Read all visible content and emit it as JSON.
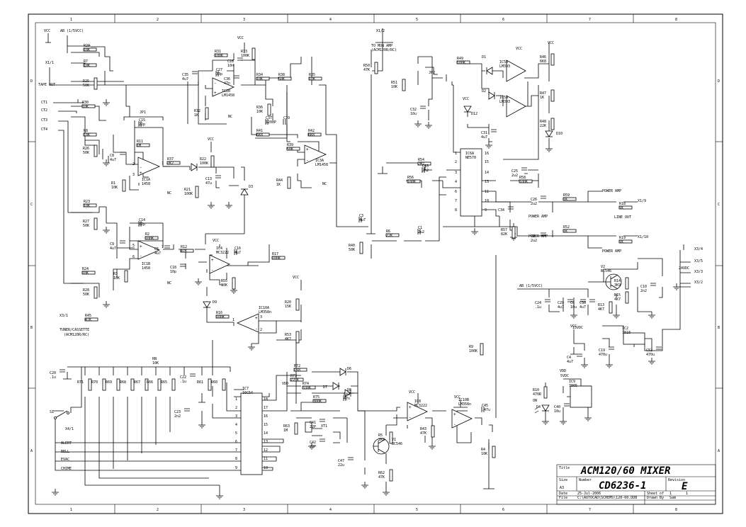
{
  "frame": {
    "cols": [
      "1",
      "2",
      "3",
      "4",
      "5",
      "6",
      "7",
      "8"
    ],
    "rows": [
      "D",
      "C",
      "B",
      "A"
    ]
  },
  "title_block": {
    "title_label": "Title",
    "title": "ACM120/60 MIXER",
    "size_label": "Size",
    "size": "A3",
    "number_label": "Number",
    "number": "CD6236-1",
    "revision_label": "Revision",
    "revision": "E",
    "date_label": "Date",
    "date": "25-Jul-2006",
    "file_label": "File",
    "file": "C:\\AUTOCAD\\SCHEMS\\120-60.DDB",
    "sheet_label": "Sheet of",
    "sheet_a": "1",
    "sheet_b": "1",
    "drawn_label": "Drawn By",
    "drawn": "Sam"
  },
  "labels": {
    "vcc1": "VCC",
    "vcc2": "VCC",
    "vcc3": "VCC",
    "vcc4": "VCC",
    "vcc5": "VCC",
    "vcc6": "VCC",
    "vcc7": "VCC",
    "vcc8": "VCC",
    "vcc9": "VCC",
    "vcc10": "VCC",
    "vcc11": "VCC",
    "vdd1": "VDD",
    "vdd2": "VDD",
    "ab_top": "AB (1/5VCC)",
    "ab_mid": "AB (1/5VCC)",
    "tape_out": "TAPE OUT",
    "ct1": "CT1",
    "ct2": "CT2",
    "ct3": "CT3",
    "ct4": "CT4",
    "x1_1": "X1/1",
    "x3_1": "X3/1",
    "tuner": "TUNER/CASSETTE",
    "tuner2": "(ACM120R/RC)",
    "x1_2": "X1/2",
    "to_mon": "TO MON AMP",
    "to_mon2": "(ACM120R/RC)",
    "x3_4": "X3/4",
    "x3_5": "X3/5",
    "x3_3": "X3/3",
    "x3_2": "X3/2",
    "x1_9": "X1/9",
    "x1_10": "X1/10",
    "power_amp1": "POWER AMP",
    "power_amp2": "POWER AMP",
    "power_amp3": "POWER AMP",
    "power_amp4": "POWER AMP",
    "line_out": "LINE OUT",
    "v24": "24VDC",
    "v5": "5VDC",
    "v15": "15VDC",
    "alert": "ALERT",
    "bell": "BELL",
    "evac": "EVAC",
    "chime": "CHIME",
    "x4_1": "X4/1",
    "s1": "S1",
    "on": "ON",
    "nc1": "NC",
    "nc2": "NC",
    "nc3": "NC",
    "nc4": "NC",
    "d5_label": "D5",
    "pin1": "1",
    "pin2": "2",
    "pin3": "3",
    "pin4": "4",
    "pin5": "5",
    "pin6": "6",
    "pin7": "7",
    "pin8": "8",
    "pin9": "9",
    "pin10": "10",
    "pin11": "11",
    "pin12": "12",
    "pin13": "13",
    "pin14": "14",
    "pin15": "15",
    "pin16": "16",
    "pin17": "17",
    "pin18": "18",
    "ic7_pin18": "18",
    "ic7_pin17": "17",
    "ic7_pin16": "16",
    "ic7_pin15": "15",
    "ic7_pin14": "14",
    "ic7_pin13": "13",
    "ic7_pin12": "12",
    "ic7_pin11": "11",
    "ic7_pin10": "10",
    "ic1b_p5": "5",
    "ic1b_p6": "6",
    "ic1b_p7": "7",
    "ic1a_p3": "3",
    "ic1a_p2": "2",
    "ic1a_p1": "1",
    "ic10a_p2": "2",
    "ic10a_p3": "3",
    "ic10a_p1": "1"
  },
  "components": [
    {
      "id": "r29",
      "des": "R29",
      "val": "10K"
    },
    {
      "id": "r7",
      "des": "R7",
      "val": "10K"
    },
    {
      "id": "r25",
      "des": "R25",
      "val": "50K"
    },
    {
      "id": "r30",
      "des": "R30",
      "val": "10K"
    },
    {
      "id": "r8",
      "des": "R8",
      "val": "10K"
    },
    {
      "id": "r26",
      "des": "R26",
      "val": "50K"
    },
    {
      "id": "r23",
      "des": "R23",
      "val": "10K"
    },
    {
      "id": "r27",
      "des": "R27",
      "val": "50K"
    },
    {
      "id": "r24",
      "des": "R24",
      "val": "10K"
    },
    {
      "id": "r28",
      "des": "R28",
      "val": "50K"
    },
    {
      "id": "r1",
      "des": "R1",
      "val": "10K"
    },
    {
      "id": "r3",
      "des": "R3",
      "val": "10K"
    },
    {
      "id": "r11",
      "des": "R11",
      "val": "1M"
    },
    {
      "id": "r2",
      "des": "R2",
      "val": "100K"
    },
    {
      "id": "r37",
      "des": "R37",
      "val": "2K2"
    },
    {
      "id": "r12",
      "des": "R12",
      "val": "47K"
    },
    {
      "id": "r45",
      "des": "R45",
      "val": "47K"
    },
    {
      "id": "r21",
      "des": "R21",
      "val": "100K"
    },
    {
      "id": "r22",
      "des": "R22",
      "val": "100K"
    },
    {
      "id": "r31",
      "des": "R31",
      "val": "100K"
    },
    {
      "id": "r32",
      "des": "R32",
      "val": "1K"
    },
    {
      "id": "r33",
      "des": "R33",
      "val": "100K"
    },
    {
      "id": "r34",
      "des": "R34",
      "val": "10K"
    },
    {
      "id": "r38",
      "des": "R38",
      "val": "50K"
    },
    {
      "id": "r35",
      "des": "R35",
      "val": "10K"
    },
    {
      "id": "r36",
      "des": "R36",
      "val": "10K"
    },
    {
      "id": "r41",
      "des": "R41",
      "val": "6K8"
    },
    {
      "id": "r39",
      "des": "R39",
      "val": "50K"
    },
    {
      "id": "r42",
      "des": "R42",
      "val": "6K8"
    },
    {
      "id": "r44",
      "des": "R44",
      "val": "1K"
    },
    {
      "id": "r17",
      "des": "R17",
      "val": "100K"
    },
    {
      "id": "r55",
      "des": "R55",
      "val": "10K"
    },
    {
      "id": "r16",
      "des": "R16",
      "val": "100K"
    },
    {
      "id": "r20",
      "des": "R20",
      "val": "15K"
    },
    {
      "id": "r53",
      "des": "R53",
      "val": "4K7"
    },
    {
      "id": "r50",
      "des": "R50",
      "val": "47K"
    },
    {
      "id": "r51",
      "des": "R51",
      "val": "10K"
    },
    {
      "id": "r49",
      "des": "R49",
      "val": "100K"
    },
    {
      "id": "r46",
      "des": "R46",
      "val": "6K8"
    },
    {
      "id": "r47",
      "des": "R47",
      "val": "1K"
    },
    {
      "id": "r48",
      "des": "R48",
      "val": "22K"
    },
    {
      "id": "r54",
      "des": "R54",
      "val": "2M2"
    },
    {
      "id": "r56",
      "des": "R56",
      "val": "100K"
    },
    {
      "id": "r58",
      "des": "R58",
      "val": "100K"
    },
    {
      "id": "r57",
      "des": "R57",
      "val": "82K"
    },
    {
      "id": "r59",
      "des": "R59",
      "val": "1K"
    },
    {
      "id": "r18",
      "des": "R18",
      "val": "1K"
    },
    {
      "id": "r52",
      "des": "R52",
      "val": "1K"
    },
    {
      "id": "r19",
      "des": "R19",
      "val": "1K"
    },
    {
      "id": "r6",
      "des": "R6",
      "val": "22K"
    },
    {
      "id": "r40",
      "des": "R40",
      "val": "50K"
    },
    {
      "id": "r9",
      "des": "R9",
      "val": "100K"
    },
    {
      "id": "r14",
      "des": "R14",
      "val": "3K9"
    },
    {
      "id": "r13",
      "des": "R13",
      "val": "4K7"
    },
    {
      "id": "r15",
      "des": "R15",
      "val": "4K7"
    },
    {
      "id": "r10",
      "des": "R10",
      "val": "470R"
    },
    {
      "id": "r71",
      "des": "R71",
      "val": ""
    },
    {
      "id": "r70",
      "des": "R70",
      "val": ""
    },
    {
      "id": "r69",
      "des": "R69",
      "val": ""
    },
    {
      "id": "r68",
      "des": "R68",
      "val": ""
    },
    {
      "id": "r67",
      "des": "R67",
      "val": ""
    },
    {
      "id": "r66",
      "des": "R66",
      "val": ""
    },
    {
      "id": "r65",
      "des": "R65",
      "val": ""
    },
    {
      "id": "r61",
      "des": "R61",
      "val": ""
    },
    {
      "id": "r60",
      "des": "R60",
      "val": ""
    },
    {
      "id": "r72",
      "des": "R72",
      "val": "1K8"
    },
    {
      "id": "r73",
      "des": "R73",
      "val": "220K"
    },
    {
      "id": "r74",
      "des": "R74",
      "val": "330K"
    },
    {
      "id": "r75",
      "des": "R75",
      "val": "300K"
    },
    {
      "id": "r63",
      "des": "R63",
      "val": "1M"
    },
    {
      "id": "r5",
      "des": "R5",
      "val": "2K2"
    },
    {
      "id": "r62",
      "des": "R62",
      "val": "47K"
    },
    {
      "id": "r43",
      "des": "R43",
      "val": "47K"
    },
    {
      "id": "r4",
      "des": "R4",
      "val": "10K"
    },
    {
      "id": "c35",
      "des": "C35",
      "val": "4u7"
    },
    {
      "id": "c27",
      "des": "C27",
      "val": "33p"
    },
    {
      "id": "c36",
      "des": "C36",
      "val": "47n"
    },
    {
      "id": "c28",
      "des": "C28",
      "val": "10n"
    },
    {
      "id": "c37",
      "des": "C37",
      "val": "1200P"
    },
    {
      "id": "c39",
      "des": "C39",
      "val": ""
    },
    {
      "id": "c15",
      "des": "C15",
      "val": "22p"
    },
    {
      "id": "c8",
      "des": "C8",
      "val": "4u7"
    },
    {
      "id": "c9",
      "des": "C9",
      "val": "4u7"
    },
    {
      "id": "c14",
      "des": "C14",
      "val": "22p"
    },
    {
      "id": "c5",
      "des": "C5",
      "val": "4u7"
    },
    {
      "id": "c18",
      "des": "C18",
      "val": "10p"
    },
    {
      "id": "c16",
      "des": "C16",
      "val": "4u7"
    },
    {
      "id": "c13",
      "des": "C13",
      "val": "47u"
    },
    {
      "id": "c32",
      "des": "C32",
      "val": "10u"
    },
    {
      "id": "c31",
      "des": "C31",
      "val": "4u7"
    },
    {
      "id": "c33",
      "des": "C33",
      "val": "2n2"
    },
    {
      "id": "c34",
      "des": "C34",
      "val": ""
    },
    {
      "id": "c25",
      "des": "C25",
      "val": "2u2"
    },
    {
      "id": "c26",
      "des": "C26",
      "val": "2u2"
    },
    {
      "id": "c1",
      "des": "C1",
      "val": "2u2"
    },
    {
      "id": "c3",
      "des": "C3",
      "val": "4u7"
    },
    {
      "id": "c2",
      "des": "C2",
      "val": "2u2"
    },
    {
      "id": "c24",
      "des": "C24",
      "val": ".1u"
    },
    {
      "id": "c29",
      "des": "C29",
      "val": "4u7"
    },
    {
      "id": "c6",
      "des": "C6",
      "val": "10u"
    },
    {
      "id": "c10",
      "des": "C10",
      "val": "2n2"
    },
    {
      "id": "c30",
      "des": "C30",
      "val": "4u7"
    },
    {
      "id": "c52",
      "des": "C52",
      "val": "470u"
    },
    {
      "id": "c19",
      "des": "C19",
      "val": "470u"
    },
    {
      "id": "c4",
      "des": "C4",
      "val": "4u7"
    },
    {
      "id": "c40",
      "des": "C40",
      "val": "10u"
    },
    {
      "id": "c20",
      "des": "C20",
      "val": ".1u"
    },
    {
      "id": "c22",
      "des": "C22",
      "val": ".1u"
    },
    {
      "id": "c23",
      "des": "C23",
      "val": "2n2"
    },
    {
      "id": "c41",
      "des": "C41",
      "val": "22P"
    },
    {
      "id": "c42",
      "des": "C42",
      "val": "22P"
    },
    {
      "id": "c47",
      "des": "C47",
      "val": "22u"
    },
    {
      "id": "c43",
      "des": "C43",
      "val": "47n"
    },
    {
      "id": "c45",
      "des": "C45",
      "val": ".47u"
    },
    {
      "id": "c11",
      "des": "C11",
      "val": ""
    },
    {
      "id": "ic1a",
      "des": "IC1A",
      "val": "1458"
    },
    {
      "id": "ic1b",
      "des": "IC1B",
      "val": "1458"
    },
    {
      "id": "ic2b",
      "des": "IC2B",
      "val": "LM1458"
    },
    {
      "id": "ic3a",
      "des": "IC3A",
      "val": "LM1458"
    },
    {
      "id": "ic4",
      "des": "IC4",
      "val": "MC3222"
    },
    {
      "id": "ic5b",
      "des": "IC5B",
      "val": "LM393"
    },
    {
      "id": "ic5a",
      "des": "IC5A",
      "val": "LM393"
    },
    {
      "id": "ic6a",
      "des": "IC6A",
      "val": "NE570"
    },
    {
      "id": "ic7",
      "des": "IC7",
      "val": "16C54"
    },
    {
      "id": "ic8",
      "des": "IC8",
      "val": "MC3222"
    },
    {
      "id": "ic9",
      "des": "IC9",
      "val": "7805"
    },
    {
      "id": "ic10a",
      "des": "IC10A",
      "val": "LM358n"
    },
    {
      "id": "ic10b",
      "des": "IC10B",
      "val": "LM358n"
    },
    {
      "id": "ic2",
      "des": "IC2",
      "val": "7818"
    },
    {
      "id": "v1",
      "des": "V1",
      "val": "BC546"
    },
    {
      "id": "v2",
      "des": "V2",
      "val": "BC546"
    },
    {
      "id": "d1",
      "des": "D1",
      "val": ""
    },
    {
      "id": "d2",
      "des": "D2",
      "val": ""
    },
    {
      "id": "d3",
      "des": "D3",
      "val": ""
    },
    {
      "id": "d4",
      "des": "D4",
      "val": ""
    },
    {
      "id": "d6",
      "des": "D6",
      "val": ""
    },
    {
      "id": "d7",
      "des": "D7",
      "val": ""
    },
    {
      "id": "d8",
      "des": "D8",
      "val": ""
    },
    {
      "id": "d9",
      "des": "D9",
      "val": ""
    },
    {
      "id": "d10",
      "des": "D10",
      "val": ""
    },
    {
      "id": "d12",
      "des": "D12",
      "val": ""
    },
    {
      "id": "xt1",
      "des": "XT1",
      "val": ""
    },
    {
      "id": "jp1",
      "des": "JP1",
      "val": ""
    },
    {
      "id": "jp2",
      "des": "JP2",
      "val": ""
    },
    {
      "id": "rn",
      "des": "RN",
      "val": "10K"
    }
  ]
}
